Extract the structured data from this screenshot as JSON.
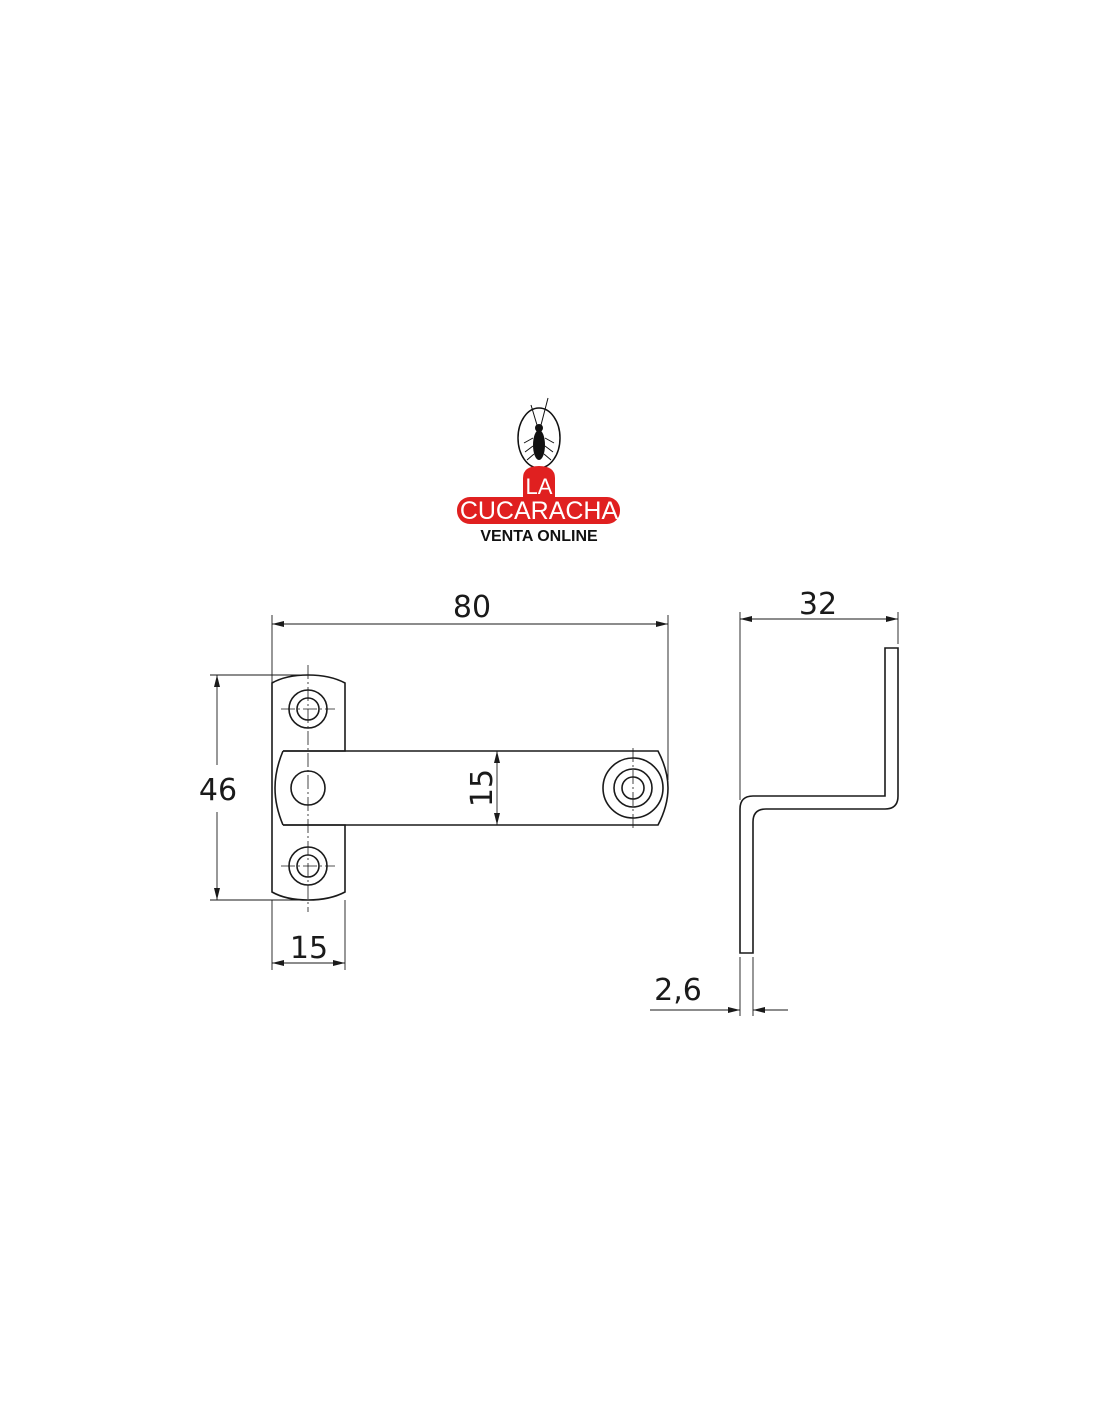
{
  "logo": {
    "line1": "LA",
    "line2": "CUCARACHA",
    "line3": "VENTA ONLINE",
    "brand_color": "#e02020"
  },
  "front_view": {
    "overall_length": "80",
    "plate_height": "46",
    "plate_width": "15",
    "arm_width": "15"
  },
  "side_view": {
    "depth": "32",
    "thickness": "2,6"
  }
}
